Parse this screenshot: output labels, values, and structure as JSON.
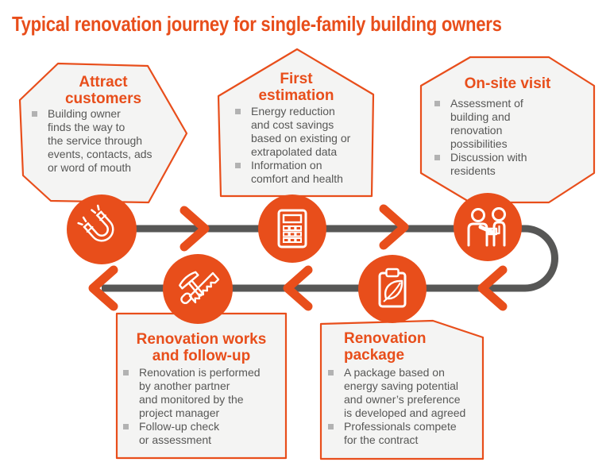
{
  "title": "Typical renovation journey for single-family building owners",
  "colors": {
    "accent_orange": "#E84E1B",
    "body_text": "#575756",
    "panel_fill": "#F4F4F3",
    "bullet_square": "#B2B2B2",
    "path_gray": "#575756"
  },
  "stages": [
    {
      "name": "Attract customers",
      "title": "Attract\ncustomers",
      "icon": "magnet-icon",
      "bullets": [
        "Building owner\nfinds the way to\nthe service through\nevents, contacts, ads\nor word of mouth"
      ]
    },
    {
      "name": "First estimation",
      "title": "First\nestimation",
      "icon": "calculator-icon",
      "bullets": [
        "Energy reduction\nand cost savings\nbased on existing or\nextrapolated data",
        "Information on\ncomfort and health"
      ]
    },
    {
      "name": "On-site visit",
      "title": "On-site visit",
      "icon": "handshake-icon",
      "bullets": [
        "Assessment of\nbuilding and\nrenovation\npossibilities",
        "Discussion with\nresidents"
      ]
    },
    {
      "name": "Renovation package",
      "title": "Renovation\npackage",
      "icon": "clipboard-leaf-icon",
      "bullets": [
        "A package based on\nenergy saving potential\nand owner’s preference\nis developed and agreed",
        "Professionals compete\nfor the contract"
      ]
    },
    {
      "name": "Renovation works and follow-up",
      "title": "Renovation works\nand follow-up",
      "icon": "hammer-saw-icon",
      "bullets": [
        "Renovation is performed\nby another partner\nand monitored by the\nproject manager",
        "Follow-up check\nor assessment"
      ]
    }
  ]
}
